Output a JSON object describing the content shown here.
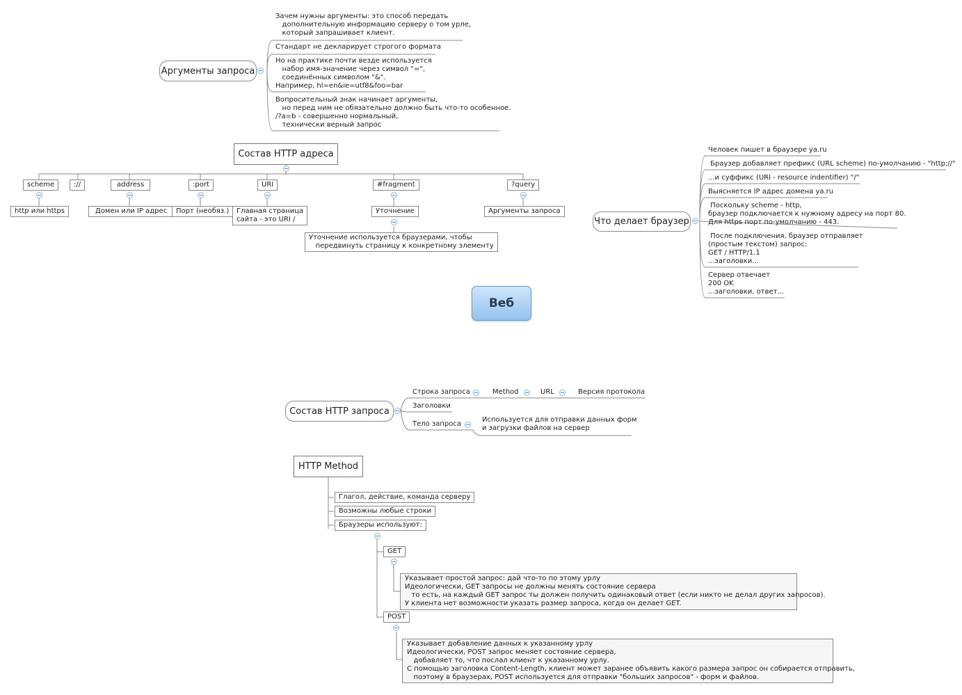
{
  "root": {
    "label": "Веб"
  },
  "args_topic": {
    "label": "Аргументы запроса",
    "items": [
      "Зачем нужны аргументы: это способ передать\n   дополнительную информацию серверу о том урле,\n   который запрашивает клиент.",
      "Стандарт не декларирует строгого формата",
      "Но на практике почти везде используется\n   набор имя-значение через символ \"=\",\n   соединённых символом \"&\".\nНапример, hl=en&ie=utf8&foo=bar",
      "Вопросительный знак начинает аргументы,\n   но перед ним не обязательно должно быть что-то особенное.\n/?a=b - совершенно нормальный,\n   технически верный запрос"
    ]
  },
  "address_topic": {
    "label": "Состав HTTP адреса",
    "parts": [
      "scheme",
      "://",
      "address",
      ":port",
      "URI",
      "#fragment",
      "?query"
    ],
    "details": {
      "scheme": "http или https",
      "address": "Домен или IP адрес",
      "port": "Порт (необяз.)",
      "uri": "Главная страница\nсайта - это URI /",
      "fragment": "Уточнение",
      "fragment_note": "Уточнение используется браузерами, чтобы\n   передвинуть страницу к конкретному элементу",
      "query": "Аргументы запроса"
    }
  },
  "browser_topic": {
    "label": "Что делает браузер",
    "items": [
      "Человек пишет в браузере ya.ru",
      " Браузер добавляет префикс (URL scheme) по-умолчанию - \"http://\"",
      "...и суффикс (URI - resource indentifier) \"/\"",
      "Выясняется IP адрес домена ya.ru",
      " Поскольку scheme - http,\nбраузер подключается к нужному адресу на порт 80.\nДля https порт по-умолчанию - 443.",
      " После подключения, браузер отправляет\n(простым текстом) запрос:\nGET / HTTP/1.1\n...заголовки...",
      "Сервер отвечает\n200 OK\n...заголовки, ответ..."
    ]
  },
  "request_topic": {
    "label": "Состав HTTP запроса",
    "request_line": "Строка запроса",
    "method": "Method",
    "url": "URL",
    "version": "Версия протокола",
    "headers": "Заголовки",
    "body": "Тело запроса",
    "body_note": "Используется для отправки данных форм\nи загрузки файлов на сервер"
  },
  "method_topic": {
    "label": "HTTP Method",
    "items": [
      "Глагол, действие, команда серверу",
      "Возможны любые строки",
      "Браузеры используют:"
    ],
    "get": {
      "label": "GET",
      "note": "Указывает простой запрос: дай что-то по этому урлу\nИдеологически, GET запросы не должны менять состояние сервера\n   то есть, на каждый GET запрос ты должен получить одинаковый ответ (если никто не делал других запросов).\nУ клиента нет возможности указать размер запроса, когда он делает GET."
    },
    "post": {
      "label": "POST",
      "note": "Указывает добавление данных к указанному урлу\nИдеологически, POST запрос меняет состояние сервера,\n   добавляет то, что послал клиент к указанному урлу.\nС помощью заголовка Content-Length, клиент может заранее объявить какого размера запрос он собирается отправить,\n   поэтому в браузерах, POST используется для отправки \"больших запросов\" - форм и файлов."
    }
  }
}
